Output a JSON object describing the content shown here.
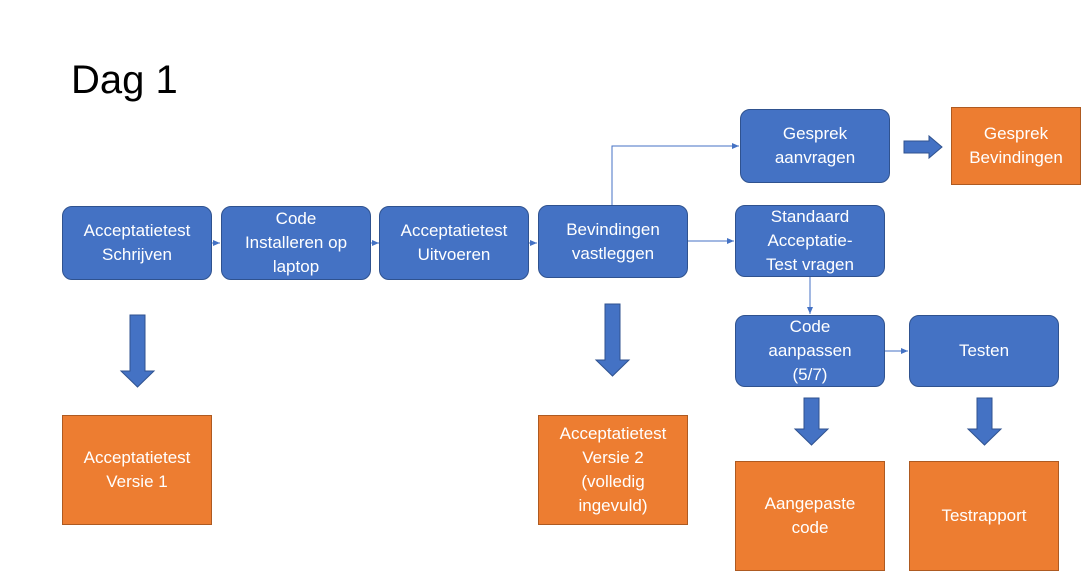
{
  "title": "Dag 1",
  "colors": {
    "process": "#4472c4",
    "output": "#ed7d31",
    "connector": "#4472c4"
  },
  "nodes": {
    "acceptatietest_schrijven": "Acceptatietest\nSchrijven",
    "code_installeren": "Code\nInstalleren op\nlaptop",
    "acceptatietest_uitvoeren": "Acceptatietest\nUitvoeren",
    "bevindingen_vastleggen": "Bevindingen\nvastleggen",
    "gesprek_aanvragen": "Gesprek\naanvragen",
    "gesprek_bevindingen": "Gesprek\nBevindingen",
    "standaard_acceptatietest": "Standaard\nAcceptatie-\nTest vragen",
    "code_aanpassen": "Code\naanpassen\n(5/7)",
    "testen": "Testen",
    "acceptatietest_versie1": "Acceptatietest\nVersie 1",
    "acceptatietest_versie2": "Acceptatietest\nVersie 2\n(volledig\ningevuld)",
    "aangepaste_code": "Aangepaste\ncode",
    "testrapport": "Testrapport"
  }
}
